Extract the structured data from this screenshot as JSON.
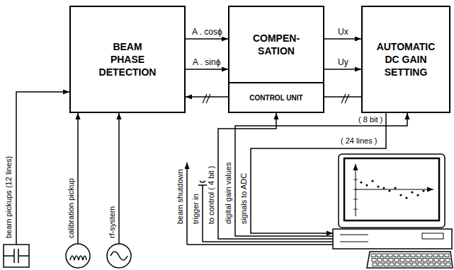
{
  "diagram": {
    "nodes": [
      {
        "text": [
          "BEAM PHASE DETECTION"
        ]
      },
      {
        "text": [
          "COMPEN- SATION"
        ]
      },
      {
        "text": [
          "CONTROL UNIT"
        ],
        "in": 1
      },
      {
        "text": [
          "AUTOMATIC DC GAIN SETTING"
        ]
      }
    ],
    "edges": [
      {
        "from": 0,
        "to": 1,
        "label": "A . cosϕ",
        "arrow": "to"
      },
      {
        "from": 0,
        "to": 1,
        "label": "A . sinϕ",
        "arrow": "to"
      },
      {
        "from": 1,
        "to": 3,
        "label": "Ux",
        "arrow": "to"
      },
      {
        "from": 1,
        "to": 3,
        "label": "Uy",
        "arrow": "to"
      },
      {
        "from": 2,
        "to": 0,
        "arrow": "to"
      },
      {
        "from": 2,
        "to": 3,
        "arrow": "none"
      }
    ],
    "labels": [
      "beam pickups (12 lines)",
      "calibration pickup",
      "rf-system",
      "beam shutdown",
      "trigger in",
      "to control ( 4 bit )",
      "digital gain values",
      "signals to ADC",
      "( 8 bit )",
      "( 24 lines )"
    ]
  }
}
